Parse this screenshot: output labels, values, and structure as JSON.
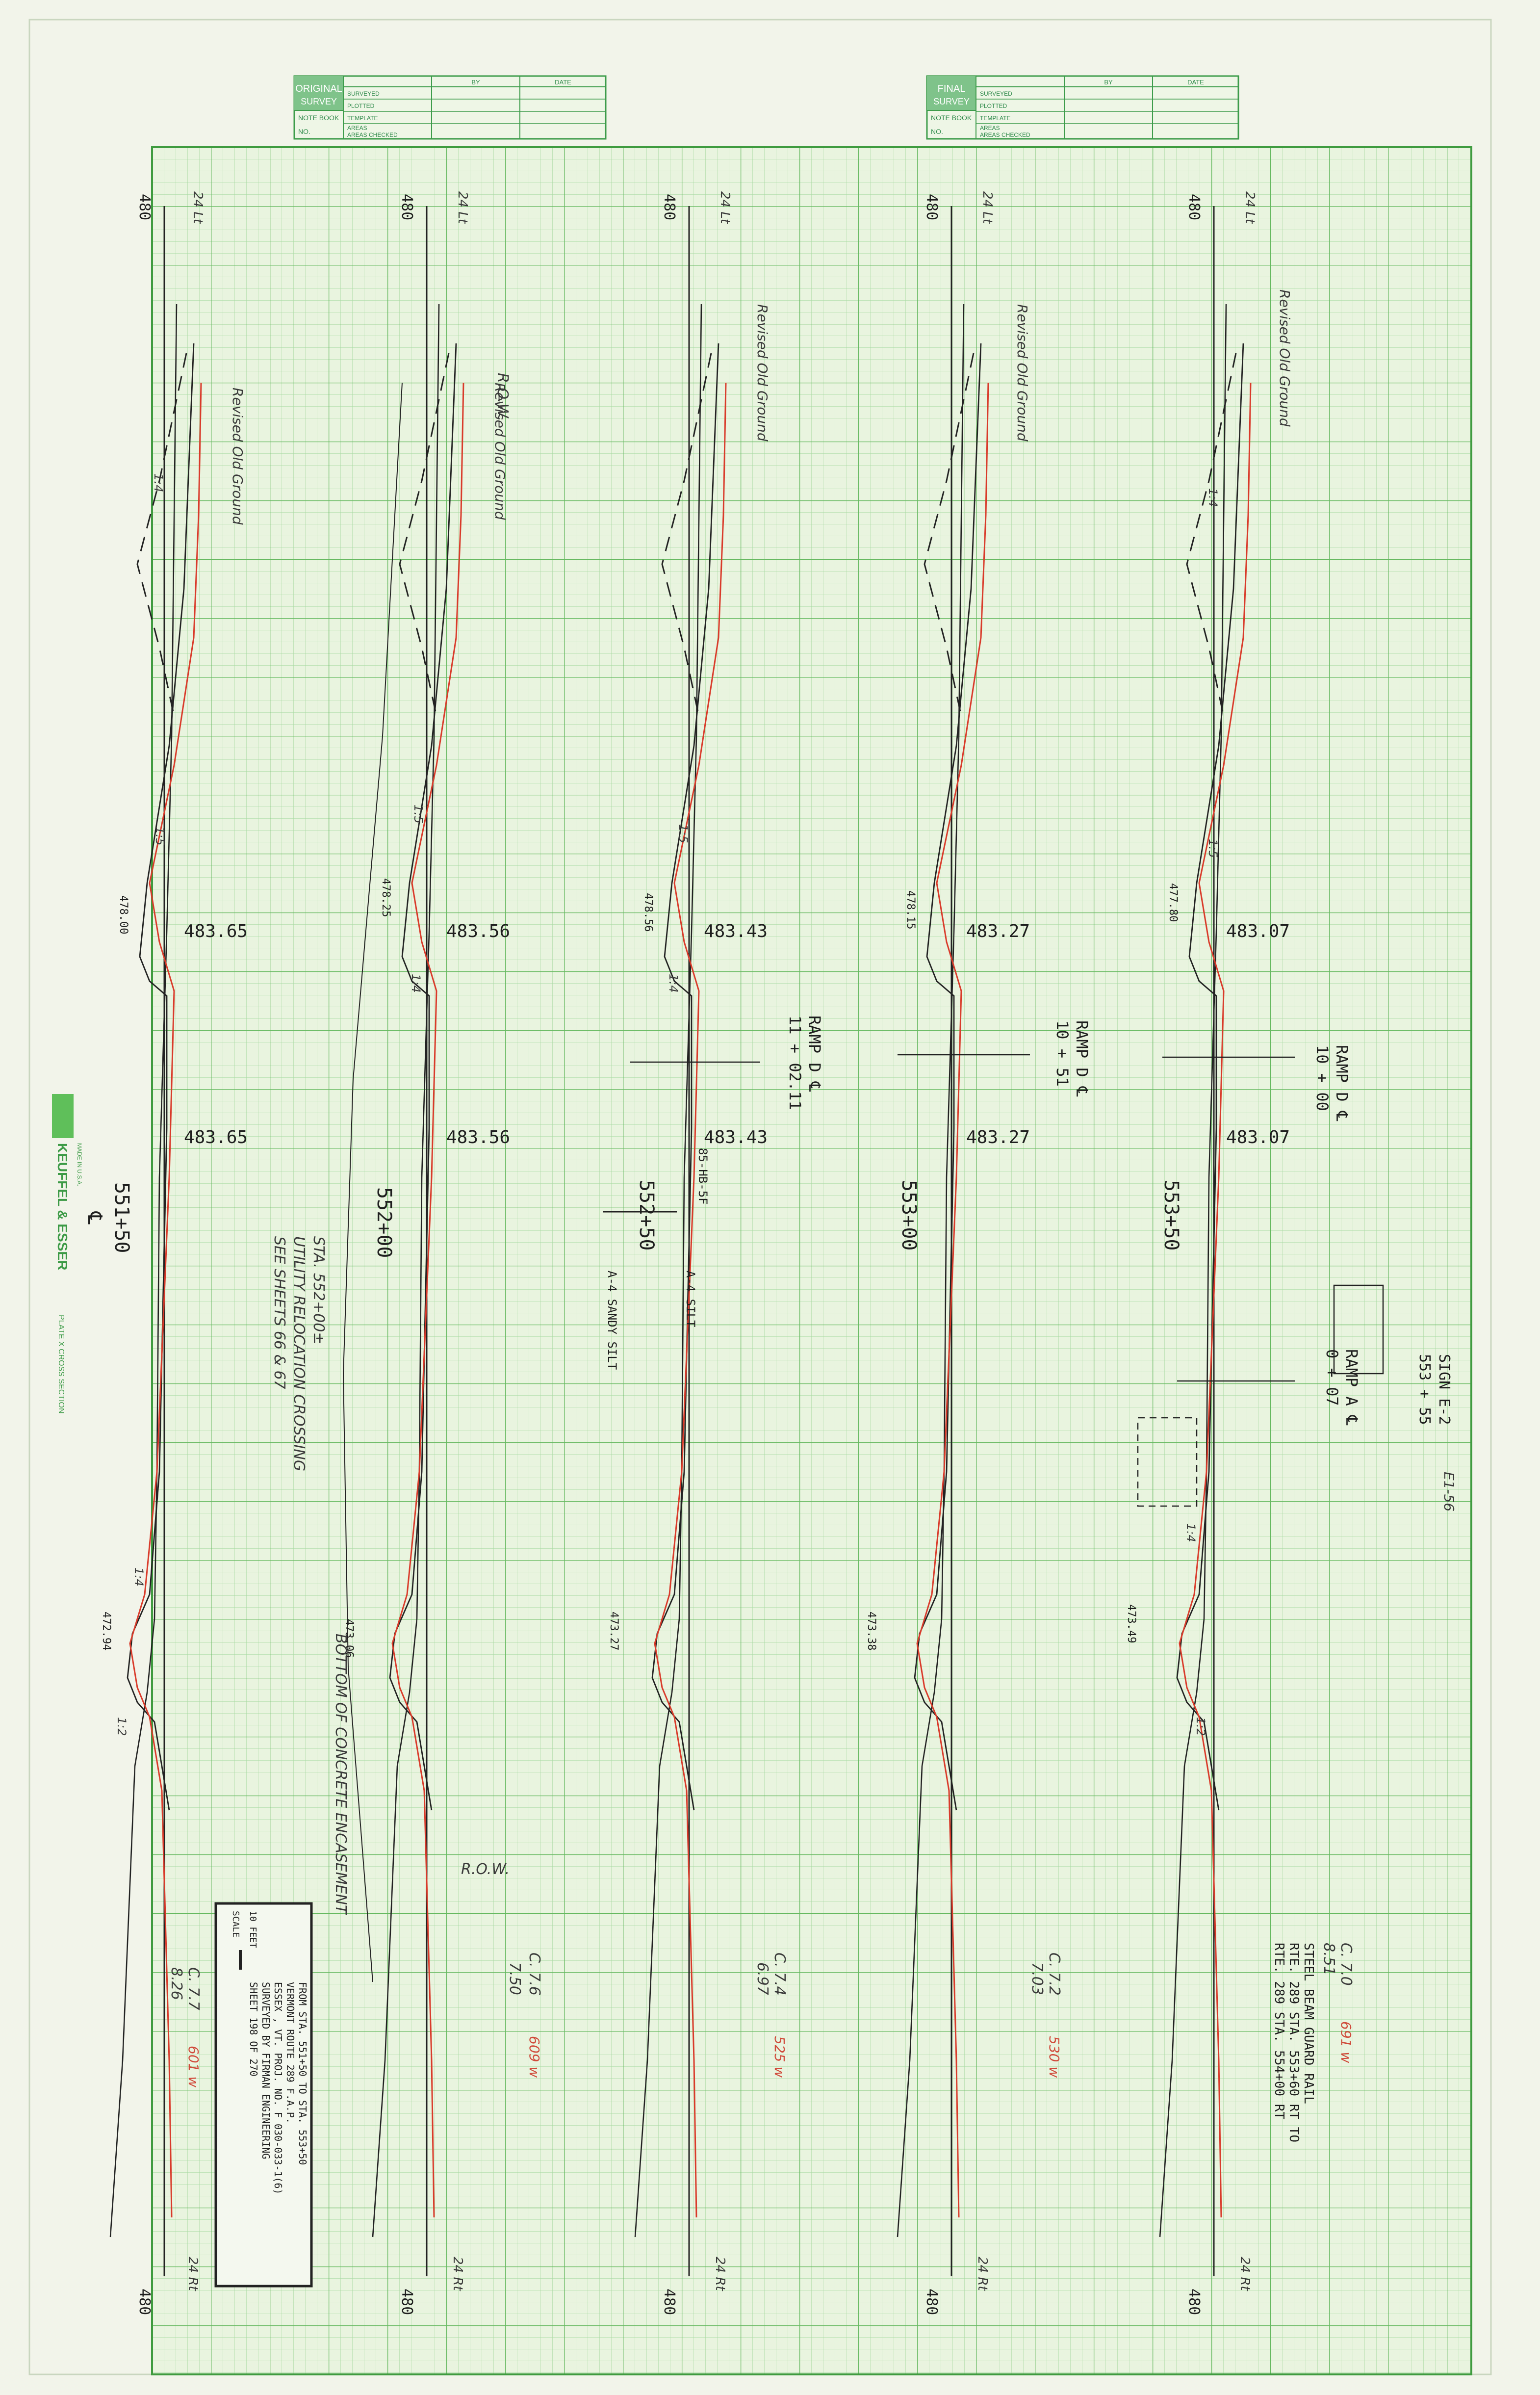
{
  "colors": {
    "paper": "#f2f4ea",
    "grid_fine": "#9fd49a",
    "grid_bold": "#5fb85a",
    "design_line": "#222222",
    "revised_ground": "#d93a2a",
    "label_green": "#2e8a4a"
  },
  "title_blocks": {
    "original": {
      "title_line1": "ORIGINAL",
      "title_line2": "SURVEY",
      "note_book": "NOTE BOOK",
      "no": "NO.",
      "rows": [
        "SURVEYED",
        "PLOTTED",
        "TEMPLATE",
        "AREAS",
        "AREAS CHECKED"
      ],
      "col_by": "BY",
      "col_date": "DATE"
    },
    "final": {
      "title_line1": "FINAL",
      "title_line2": "SURVEY",
      "note_book": "NOTE BOOK",
      "no": "NO.",
      "rows": [
        "SURVEYED",
        "PLOTTED",
        "TEMPLATE",
        "AREAS",
        "AREAS CHECKED"
      ],
      "col_by": "BY",
      "col_date": "DATE"
    }
  },
  "brand": {
    "name": "KEUFFEL & ESSER",
    "made_in": "MADE IN U.S.A.",
    "product": "PLATE X CROSS SECTION"
  },
  "sections": [
    {
      "station": "551+50",
      "cl_mark": "℄",
      "elev_top": "483.65",
      "elev_bottom": "483.65",
      "left_elev": "478.00",
      "right_elev": "472.94",
      "slope_a": "1:4",
      "slope_b": "1:5",
      "slope_c": "1:4",
      "slope_d": "1:2",
      "note_ground": "Revised Old Ground",
      "axis_top": "480",
      "axis_bottom": "480",
      "offset_top": "24 Lt",
      "offset_bottom": "24 Rt",
      "area_cut": "C. 7.7",
      "area_value": "8.26",
      "area_red": "601 w"
    },
    {
      "station": "552+00",
      "cl_mark": "",
      "elev_top": "483.56",
      "elev_bottom": "483.56",
      "left_elev": "478.25",
      "right_elev": "473.06",
      "slope_a": "1:5",
      "slope_b": "1:4",
      "slope_c": "",
      "slope_d": "",
      "note_ground": "Revised Old Ground",
      "axis_top": "480",
      "axis_bottom": "480",
      "offset_top": "24 Lt",
      "offset_bottom": "24 Rt",
      "area_cut": "C. 7.6",
      "area_value": "7.50",
      "area_red": "609 w"
    },
    {
      "station": "552+50",
      "cl_mark": "",
      "elev_top": "483.43",
      "elev_bottom": "483.43",
      "left_elev": "478.56",
      "right_elev": "473.27",
      "slope_a": "1:5",
      "slope_b": "1:4",
      "slope_c": "",
      "slope_d": "",
      "note_ground": "Revised Old Ground",
      "axis_top": "480",
      "axis_bottom": "480",
      "offset_top": "24 Lt",
      "offset_bottom": "24 Rt",
      "area_cut": "C. 7.4",
      "area_value": "6.97",
      "area_red": "525 w"
    },
    {
      "station": "553+00",
      "cl_mark": "",
      "elev_top": "483.27",
      "elev_bottom": "483.27",
      "left_elev": "478.15",
      "right_elev": "473.38",
      "slope_a": "",
      "slope_b": "",
      "slope_c": "",
      "slope_d": "",
      "note_ground": "Revised Old Ground",
      "axis_top": "480",
      "axis_bottom": "480",
      "offset_top": "24 Lt",
      "offset_bottom": "24 Rt",
      "area_cut": "C. 7.2",
      "area_value": "7.03",
      "area_red": "530 w"
    },
    {
      "station": "553+50",
      "cl_mark": "",
      "elev_top": "483.07",
      "elev_bottom": "483.07",
      "left_elev": "477.80",
      "right_elev": "473.49",
      "slope_a": "1:4",
      "slope_b": "1:5",
      "slope_c": "1:4",
      "slope_d": "1:2",
      "note_ground": "Revised Old Ground",
      "axis_top": "480",
      "axis_bottom": "480",
      "offset_top": "24 Lt",
      "offset_bottom": "24 Rt",
      "area_cut": "C. 7.0",
      "area_value": "8.51",
      "area_red": "691 w"
    }
  ],
  "annotations": {
    "ramp_d_1": {
      "line1": "RAMP D ℄",
      "line2": "11 + 02.11"
    },
    "ramp_d_2": {
      "line1": "RAMP D ℄",
      "line2": "10 + 51"
    },
    "ramp_d_3": {
      "line1": "RAMP D ℄",
      "line2": "10 + 00"
    },
    "ramp_a": {
      "line1": "RAMP A ℄",
      "line2": "0 + 07"
    },
    "sign": {
      "line1": "SIGN E-2",
      "line2": "553 + 55",
      "note": "E1-56"
    },
    "boring": "85-HB-5F",
    "soil_1": "A-4  SILT",
    "soil_2": "A-4  SANDY SILT",
    "utility": {
      "line1": "STA. 552+00±",
      "line2": "UTILITY RELOCATION CROSSING",
      "line3": "SEE SHEETS 66 & 67"
    },
    "concrete": "BOTTOM OF CONCRETE ENCASEMENT",
    "row_1": "R.O.W.",
    "row_2": "R.O.W.",
    "guard_rail": {
      "line1": "STEEL BEAM GUARD RAIL",
      "line2": "RTE. 289 STA. 553+60 RT TO",
      "line3": "RTE. 289 STA. 554+00 RT"
    }
  },
  "sheet_info": {
    "line1": "FROM STA. 551+50   TO STA. 553+50",
    "line2": "VERMONT ROUTE 289 F.A.P.",
    "line3": "ESSEX , VT.  PROJ. NO. F 030-033-1(6)",
    "line4": "SURVEYED BY FIRMAN ENGINEERING",
    "line5": "SHEET 198 OF 270",
    "scale_label": "SCALE",
    "scale_value": "10 FEET"
  }
}
